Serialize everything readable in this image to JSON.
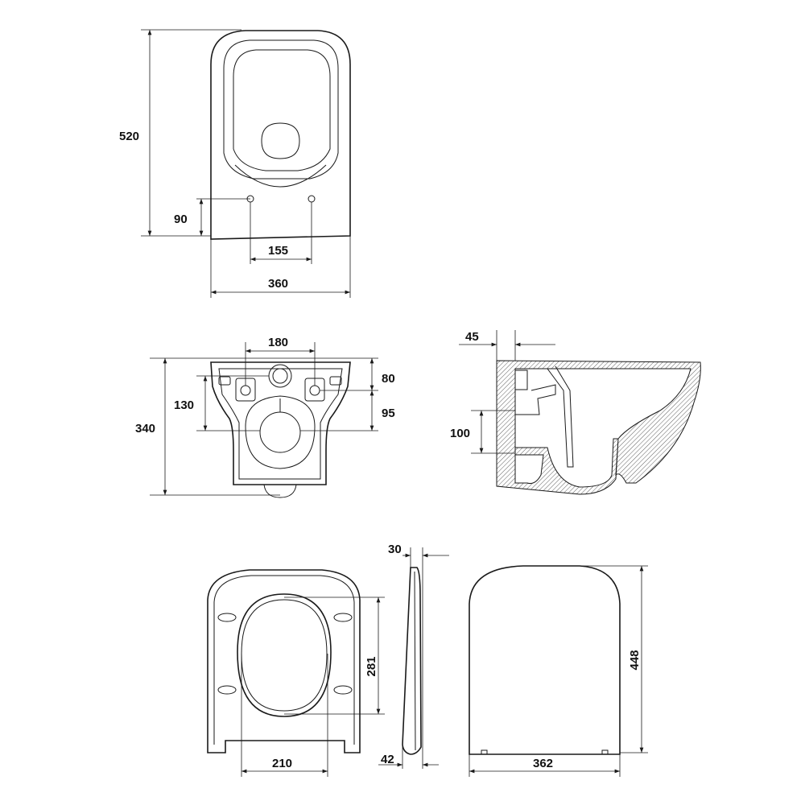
{
  "drawing": {
    "stroke_color": "#1a1a1a",
    "top_view": {
      "height": "520",
      "hole_offset": "90",
      "hole_spacing": "155",
      "width": "360"
    },
    "back_view": {
      "bolt_spacing": "180",
      "height": "340",
      "bolt_to_outlet": "130",
      "top_to_bolt": "80",
      "bolt_to_outlet_right": "95"
    },
    "section_view": {
      "wall_depth": "45",
      "outlet_height": "100"
    },
    "seat_view": {
      "opening_width": "210",
      "opening_length": "281"
    },
    "seat_side_view": {
      "top_thickness": "30",
      "bottom_thickness": "42"
    },
    "lid_view": {
      "length": "448",
      "width": "362"
    }
  }
}
